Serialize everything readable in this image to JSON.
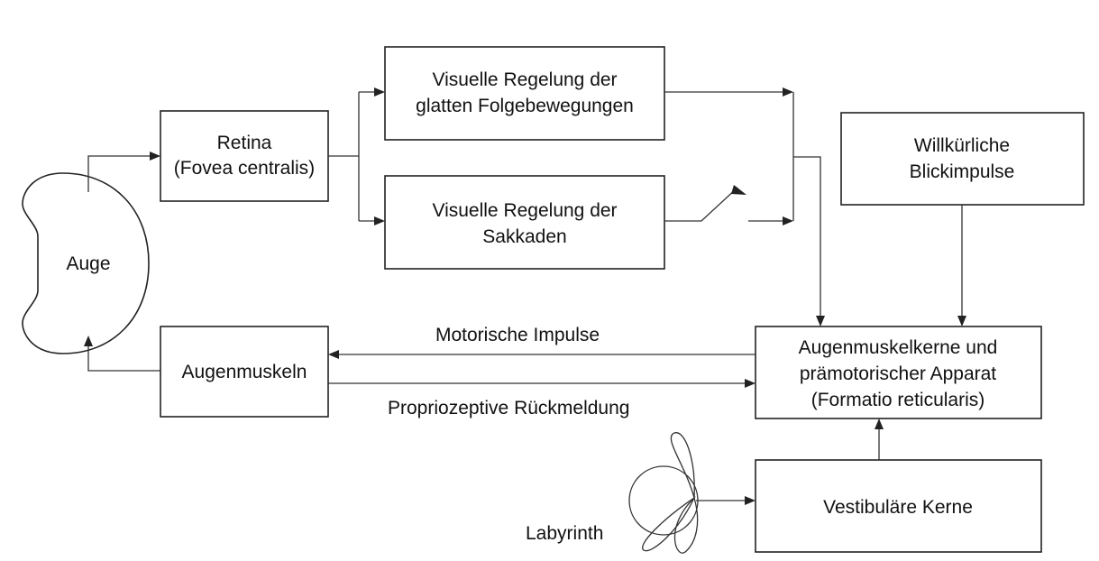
{
  "nodes": {
    "auge": {
      "label": "Auge"
    },
    "retina": {
      "line1": "Retina",
      "line2": "(Fovea centralis)"
    },
    "folge": {
      "line1": "Visuelle Regelung der",
      "line2": "glatten Folgebewegungen"
    },
    "sakkaden": {
      "line1": "Visuelle Regelung der",
      "line2": "Sakkaden"
    },
    "blick": {
      "line1": "Willkürliche",
      "line2": "Blickimpulse"
    },
    "augenmuskeln": {
      "label": "Augenmuskeln"
    },
    "kerne": {
      "line1": "Augenmuskelkerne und",
      "line2": "prämotorischer Apparat",
      "line3": "(Formatio reticularis)"
    },
    "vestibulaer": {
      "label": "Vestibuläre Kerne"
    },
    "labyrinth": {
      "label": "Labyrinth"
    }
  },
  "edges": {
    "motorisch": {
      "label": "Motorische Impulse"
    },
    "proprio": {
      "label": "Propriozeptive Rückmeldung"
    }
  }
}
